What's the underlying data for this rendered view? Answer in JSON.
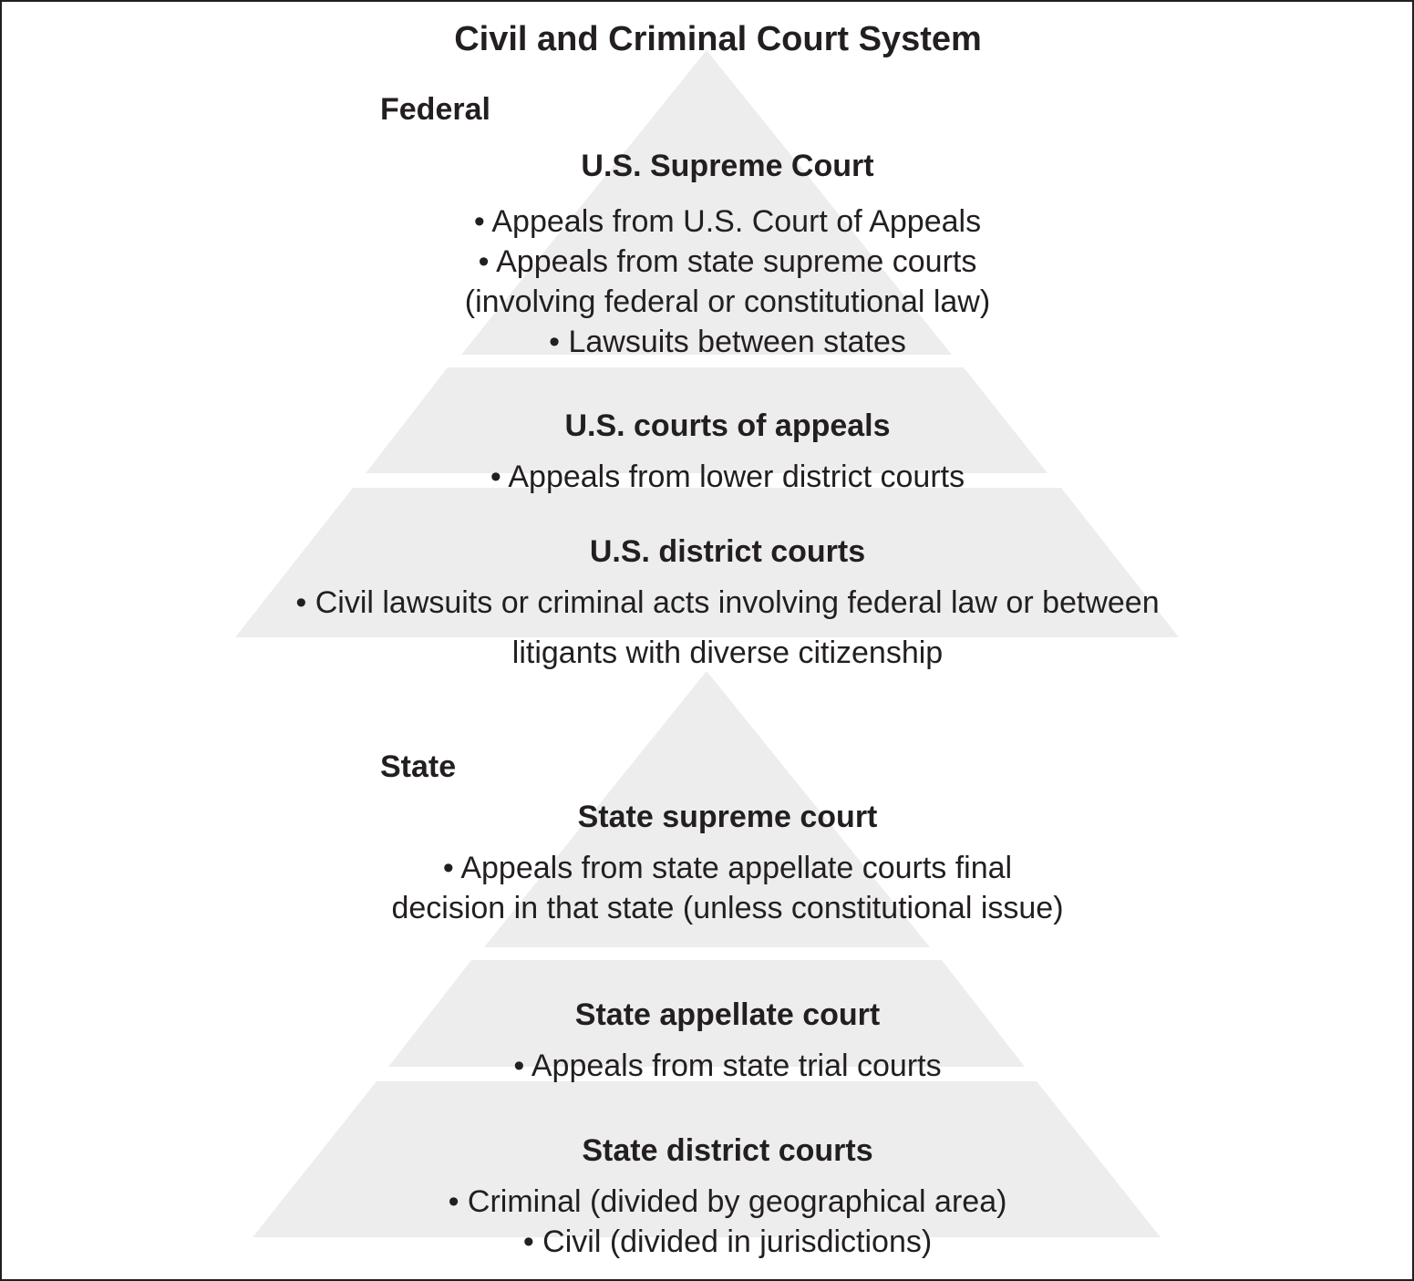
{
  "title": "Civil and Criminal Court System",
  "colors": {
    "tier_fill": "#ededee",
    "text": "#231f20",
    "border": "#231f20"
  },
  "federal": {
    "label": "Federal",
    "tiers": [
      {
        "name": "U.S. Supreme Court",
        "lines": [
          "• Appeals from U.S. Court of Appeals",
          "• Appeals from state supreme courts",
          "(involving federal or constitutional law)",
          "• Lawsuits between states"
        ]
      },
      {
        "name": "U.S. courts of appeals",
        "lines": [
          "• Appeals from lower district courts"
        ]
      },
      {
        "name": "U.S. district courts",
        "lines": [
          "• Civil lawsuits or criminal acts involving federal law or between",
          "litigants with diverse citizenship"
        ]
      }
    ]
  },
  "state": {
    "label": "State",
    "tiers": [
      {
        "name": "State supreme court",
        "lines": [
          "• Appeals from state appellate courts final",
          "decision in that state (unless constitutional issue)"
        ]
      },
      {
        "name": "State appellate court",
        "lines": [
          "• Appeals from state trial courts"
        ]
      },
      {
        "name": "State district courts",
        "lines": [
          "• Criminal (divided by geographical area)",
          "• Civil (divided in jurisdictions)"
        ]
      }
    ]
  }
}
